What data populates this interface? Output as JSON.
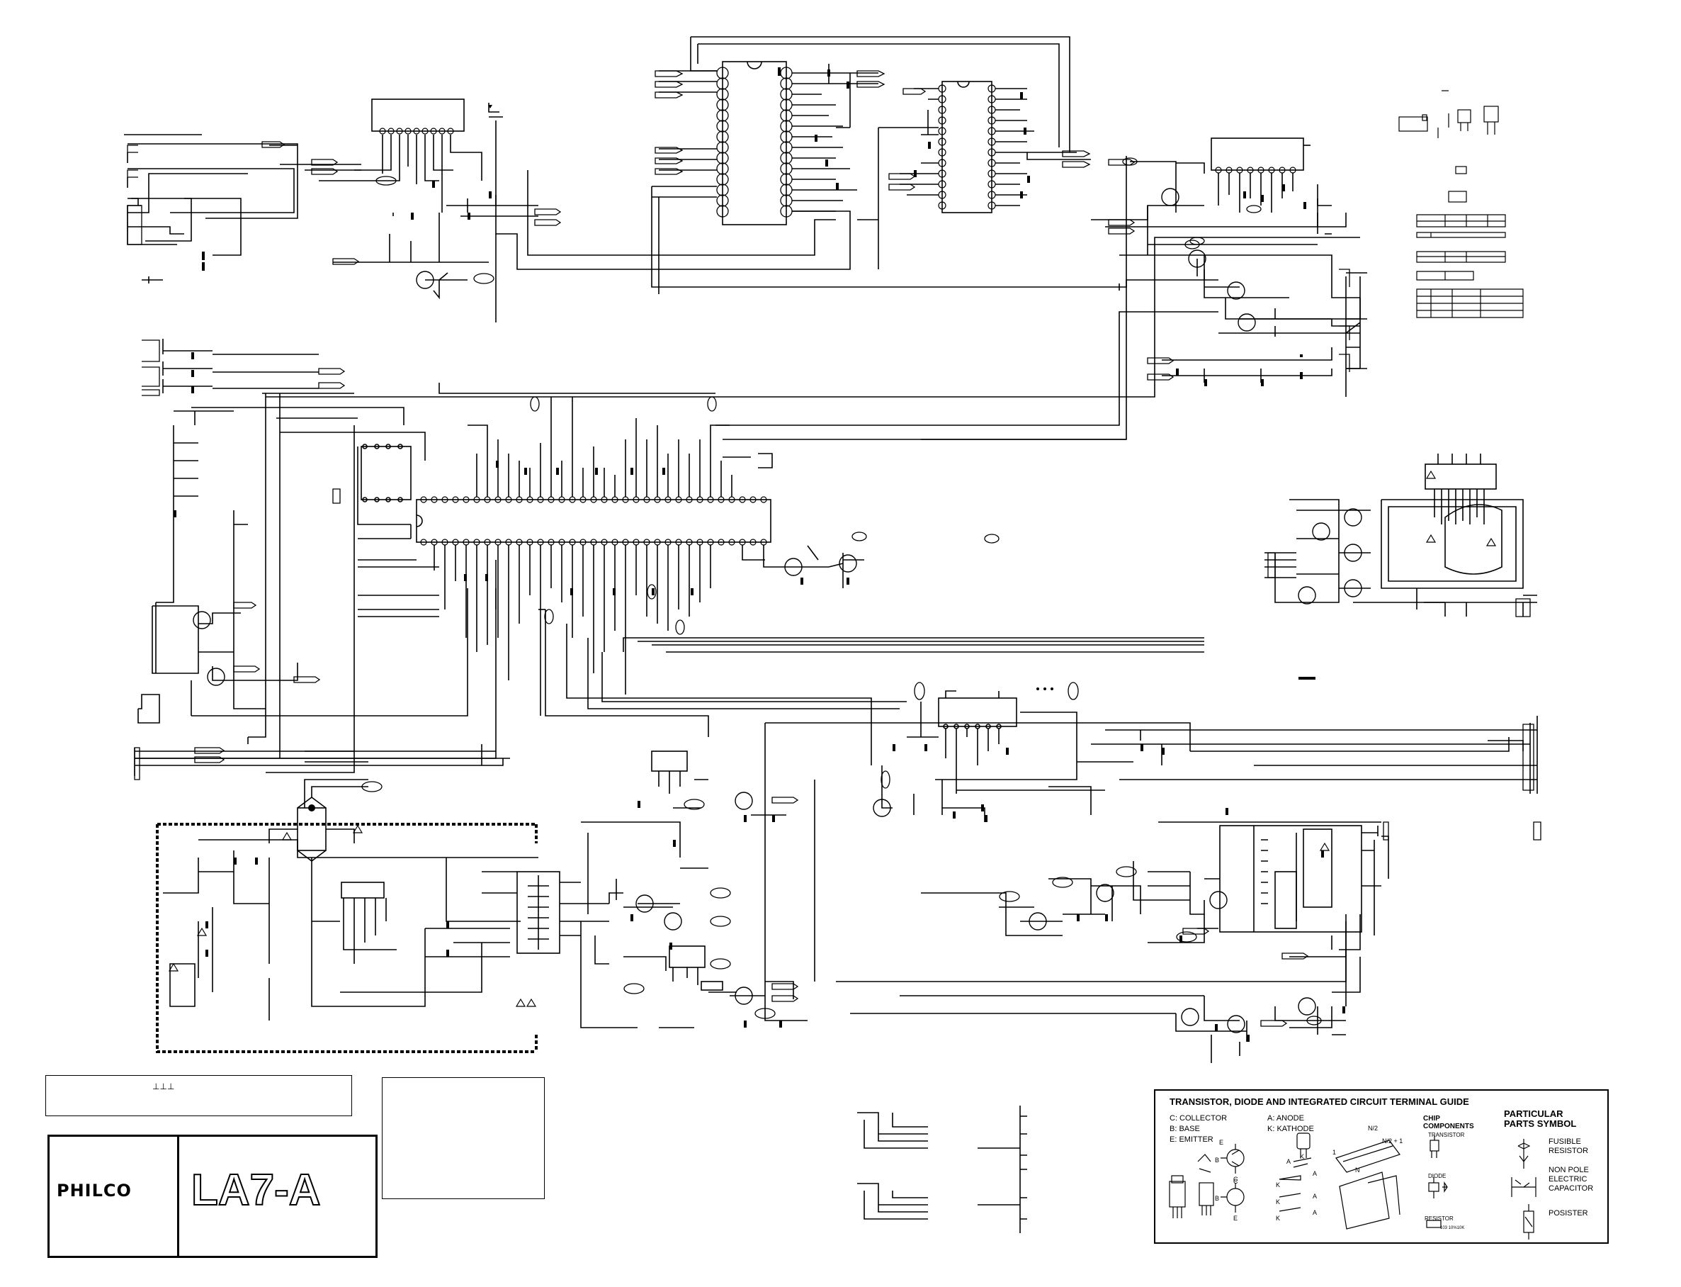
{
  "brand": "PHILCO",
  "model": "LA7-A",
  "guide": {
    "title": "TRANSISTOR, DIODE AND INTEGRATED CIRCUIT TERMINAL GUIDE",
    "legend_left": [
      "C: COLLECTOR",
      "B: BASE",
      "E: EMITTER"
    ],
    "legend_right": [
      "A: ANODE",
      "K: KATHODE"
    ],
    "chip_title": [
      "CHIP",
      "COMPONENTS"
    ],
    "chip_items": [
      "TRANSISTOR",
      "DIODE",
      "RESISTOR"
    ],
    "pin_labels": [
      "E",
      "B",
      "C",
      "B",
      "C",
      "E",
      "A",
      "K",
      "A",
      "K",
      "A",
      "K",
      "A",
      "K",
      "N/2",
      "N/2 + 1",
      "1",
      "N"
    ],
    "resistor_code": "103 10%10K"
  },
  "parts_symbol": {
    "title": [
      "PARTICULAR",
      "PARTS SYMBOL"
    ],
    "items": [
      [
        "FUSIBLE",
        "RESISTOR"
      ],
      [
        "NON POLE",
        "ELECTRIC",
        "CAPACITOR"
      ],
      [
        "POSISTER"
      ]
    ]
  }
}
